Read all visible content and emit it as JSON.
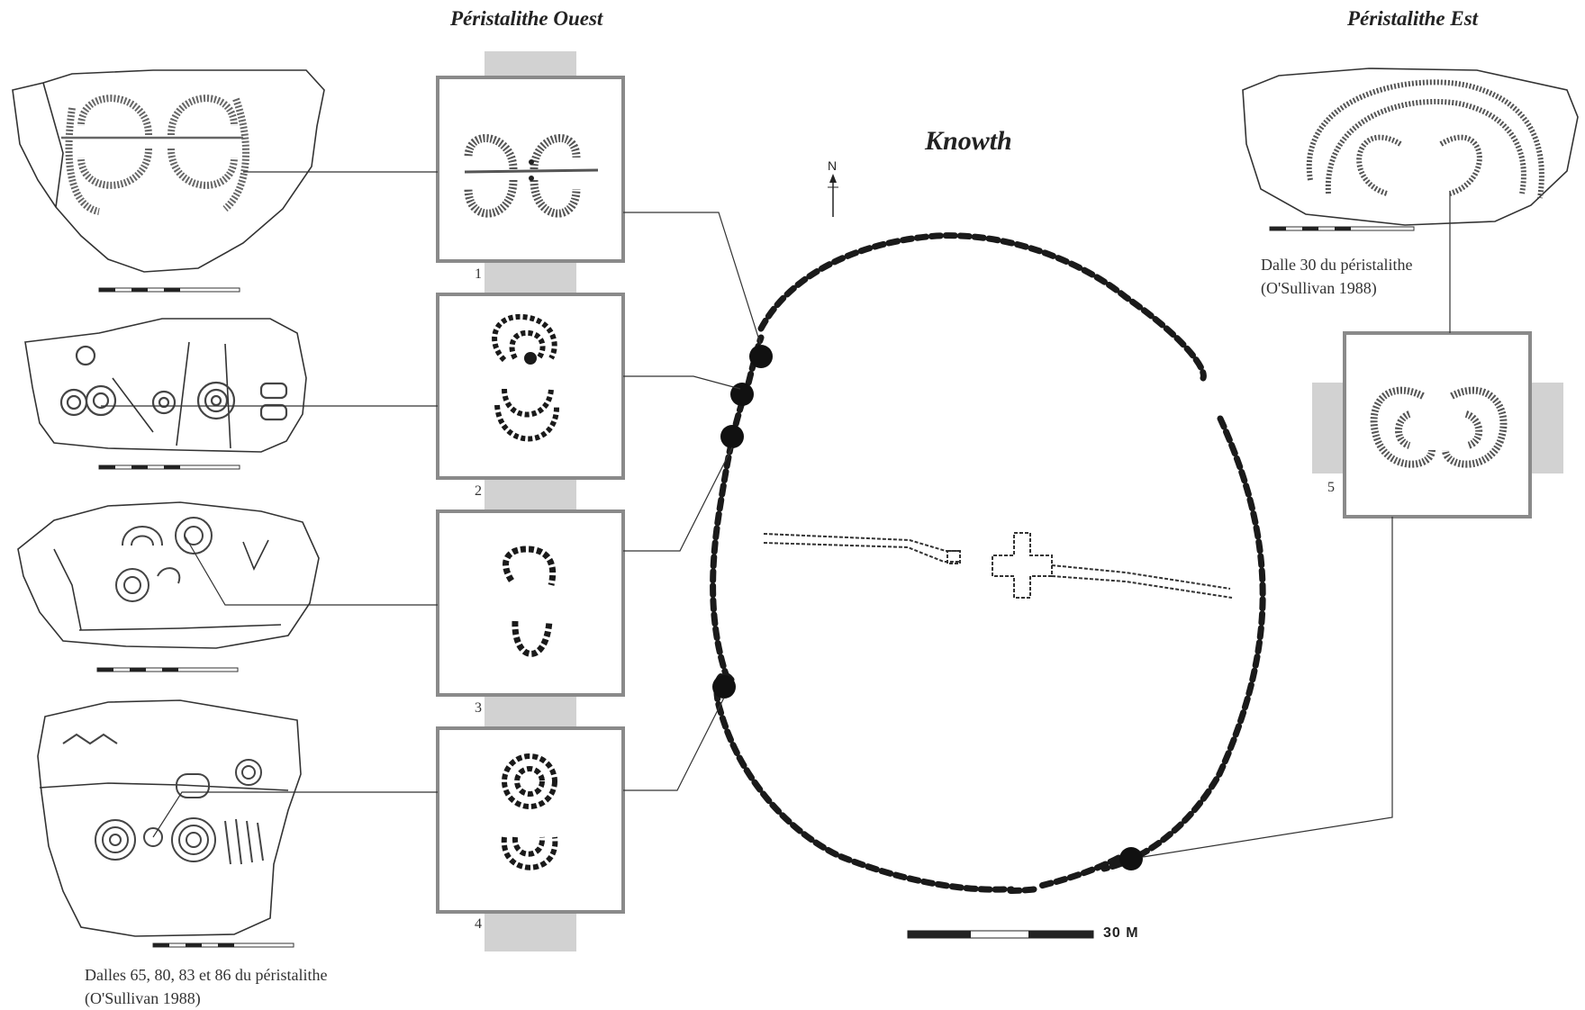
{
  "headings": {
    "west": "Péristalithe Ouest",
    "east": "Péristalithe Est",
    "site": "Knowth"
  },
  "captions": {
    "west_line1": "Dalles 65, 80, 83 et 86 du péristalithe",
    "west_line2": "(O'Sullivan 1988)",
    "east_line1": "Dalle 30 du péristalithe",
    "east_line2": "(O'Sullivan 1988)"
  },
  "panels": [
    {
      "number": "1"
    },
    {
      "number": "2"
    },
    {
      "number": "3"
    },
    {
      "number": "4"
    },
    {
      "number": "5"
    }
  ],
  "scale": {
    "label": "30 M"
  },
  "north": {
    "label": "N"
  },
  "colors": {
    "frame": "#8a8a8a",
    "band": "#d2d2d2",
    "ink": "#1a1a1a"
  }
}
